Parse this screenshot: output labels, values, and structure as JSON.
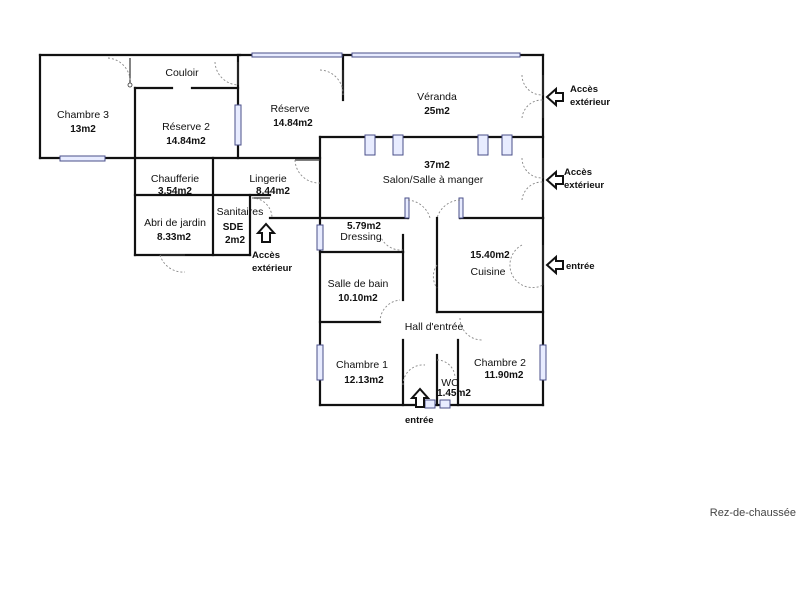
{
  "rooms": {
    "chambre3": {
      "name": "Chambre 3",
      "area": "13m2"
    },
    "couloir": {
      "name": "Couloir"
    },
    "reserve2": {
      "name": "Réserve 2",
      "area": "14.84m2"
    },
    "reserve": {
      "name": "Réserve",
      "area": "14.84m2"
    },
    "veranda": {
      "name": "Véranda",
      "area": "25m2"
    },
    "chaufferie": {
      "name": "Chaufferie",
      "area": "3.54m2"
    },
    "lingerie": {
      "name": "Lingerie",
      "area": "8.44m2"
    },
    "salon": {
      "name": "Salon/Salle à manger",
      "area": "37m2"
    },
    "abri": {
      "name": "Abri de jardin",
      "area": "8.33m2"
    },
    "sanitaires": {
      "name": "Sanitaires"
    },
    "sde": {
      "name": "SDE",
      "area": "2m2"
    },
    "dressing": {
      "name": "Dressing",
      "area": "5.79m2"
    },
    "cuisine": {
      "name": "Cuisine",
      "area": "15.40m2"
    },
    "sdb": {
      "name": "Salle de bain",
      "area": "10.10m2"
    },
    "hall": {
      "name": "Hall d'entrée"
    },
    "chambre1": {
      "name": "Chambre 1",
      "area": "12.13m2"
    },
    "chambre2": {
      "name": "Chambre 2",
      "area": "11.90m2"
    },
    "wc": {
      "name": "WC",
      "area": "1.45m2"
    }
  },
  "access": {
    "veranda_line1": "Accès",
    "veranda_line2": "extérieur",
    "salon_line1": "Accès",
    "salon_line2": "extérieur",
    "left_line1": "Accès",
    "left_line2": "extérieur",
    "cuisine_entree": "entrée",
    "main_entree": "entrée"
  },
  "footer": {
    "level": "Rez-de-chaussée"
  }
}
